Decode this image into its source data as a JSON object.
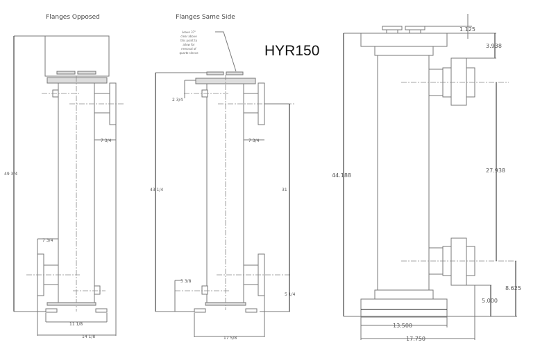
{
  "model": "HYR150",
  "views": [
    {
      "title": "Flanges Opposed",
      "dimensions": {
        "overall_height": "49 3/4",
        "flange_offset_top": "7 3/4",
        "flange_offset_bottom": "7 3/4",
        "inner_width": "11 1/8",
        "overall_width": "14 1/8"
      }
    },
    {
      "title": "Flanges Same Side",
      "note": "Leave 37\" clear above this point to allow for removal of quartz sleeve",
      "dimensions": {
        "top_offset": "2 3/4",
        "overall_height": "43 1/4",
        "flange_offset": "7 3/4",
        "flange_spacing": "31",
        "bottom_offset": "3 3/8",
        "flange_bottom": "5 1/4",
        "overall_width": "17 5/8"
      }
    },
    {
      "title": "",
      "dimensions": {
        "top_cap": "1.125",
        "top_to_flange": "3.938",
        "overall_height": "44.188",
        "flange_spacing": "27.938",
        "base_to_flange_bottom": "5.000",
        "base_to_flange_center": "8.625",
        "base_width": "13.500",
        "overall_width": "17.750"
      }
    }
  ]
}
